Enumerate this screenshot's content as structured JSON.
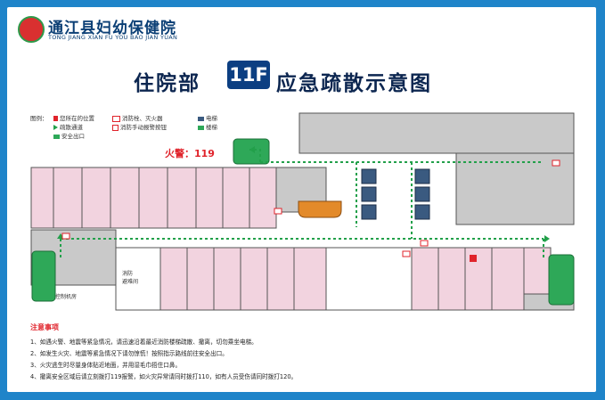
{
  "header": {
    "hospital_name": "通江县妇幼保健院",
    "hospital_name_en": "TONG JIANG XIAN FU YOU BAO JIAN YUAN",
    "title_left": "住院部",
    "floor": "11F",
    "title_right": "应急疏散示意图"
  },
  "legend": {
    "label": "图例：",
    "items": [
      {
        "text": "您所在的位置",
        "icon": "you-are-here-icon"
      },
      {
        "text": "消防栓、灭火器",
        "icon": "fire-hydrant-icon"
      },
      {
        "text": "电梯",
        "icon": "elevator-icon"
      },
      {
        "text": "疏散通道",
        "icon": "evacuation-arrow-icon"
      },
      {
        "text": "消防手动报警按钮",
        "icon": "alarm-button-icon"
      },
      {
        "text": "楼梯",
        "icon": "stairs-icon"
      },
      {
        "text": "安全出口",
        "icon": "exit-icon"
      }
    ]
  },
  "fire_alarm": "火警：119",
  "rooms": {
    "fire_room": "消防\n避难间",
    "control_room": "控制机房"
  },
  "notes": {
    "title": "注意事项",
    "items": [
      "1、如遇火警、地震等紧急情况，请迅速沿着最近消防楼梯疏散、撤离，切勿乘坐电梯。",
      "2、如发生火灾、地震等紧急情况下请勿惊慌！按照指示路线前往安全出口。",
      "3、火灾逃生时尽量身体贴近地面，并用湿毛巾捂住口鼻。",
      "4、撤离安全区域后请立刻拨打119报警，如火灾异常请同时拨打110，如有人员受伤请同时拨打120。"
    ]
  },
  "colors": {
    "frame": "#1f84c9",
    "ward_pink": "#f2d3df",
    "service_gray": "#c9c9c9",
    "wall": "#555555",
    "evac_green": "#22a04a",
    "navy": "#0c2650",
    "red": "#e0232b"
  }
}
